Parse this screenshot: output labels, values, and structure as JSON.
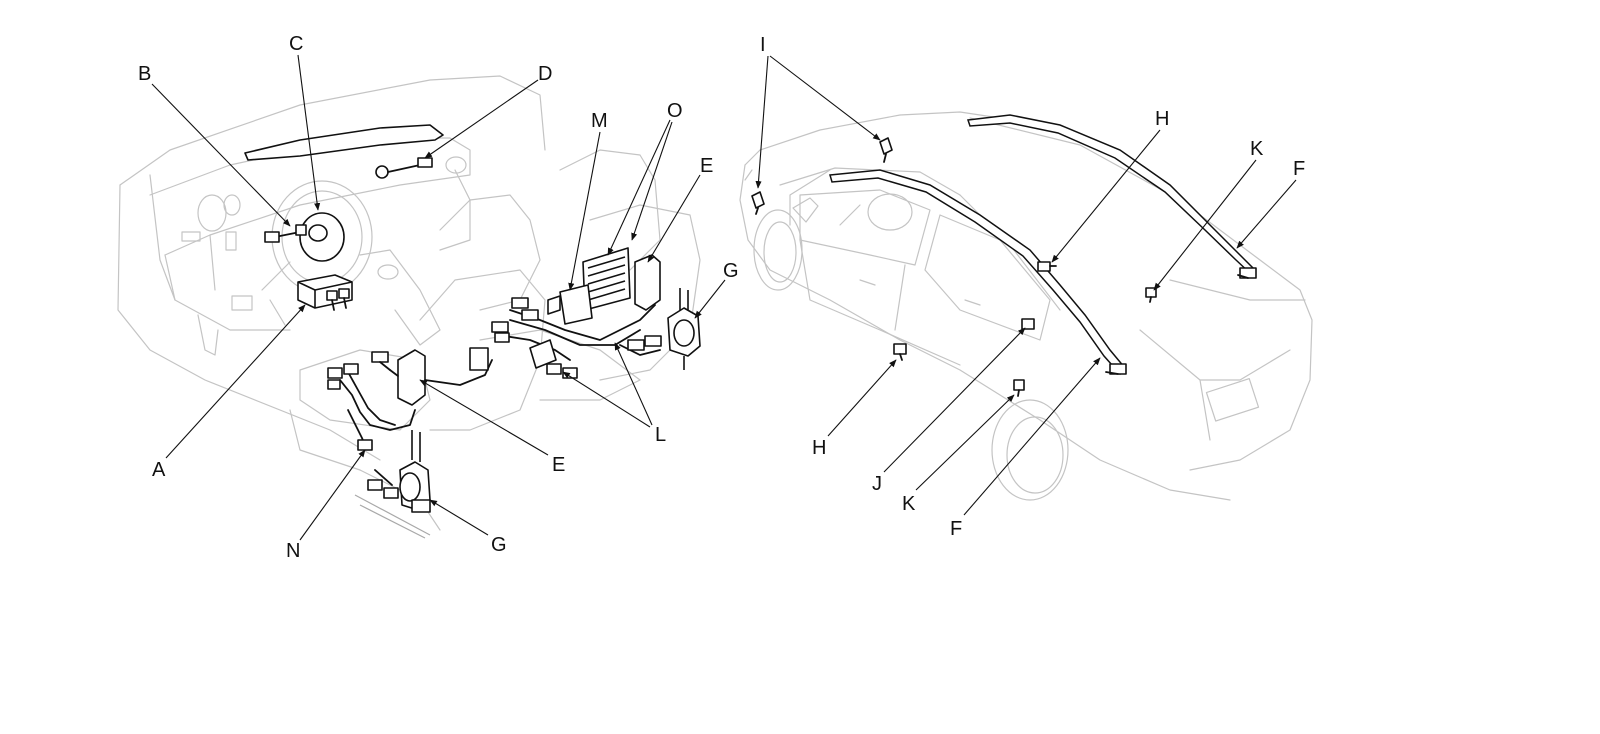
{
  "callouts": {
    "A": "A",
    "B": "B",
    "C": "C",
    "D": "D",
    "E1": "E",
    "E2": "E",
    "G1": "G",
    "G2": "G",
    "L": "L",
    "M": "M",
    "N": "N",
    "O": "O",
    "I": "I",
    "H1": "H",
    "H2": "H",
    "K1": "K",
    "K2": "K",
    "F1": "F",
    "F2": "F",
    "J": "J"
  }
}
